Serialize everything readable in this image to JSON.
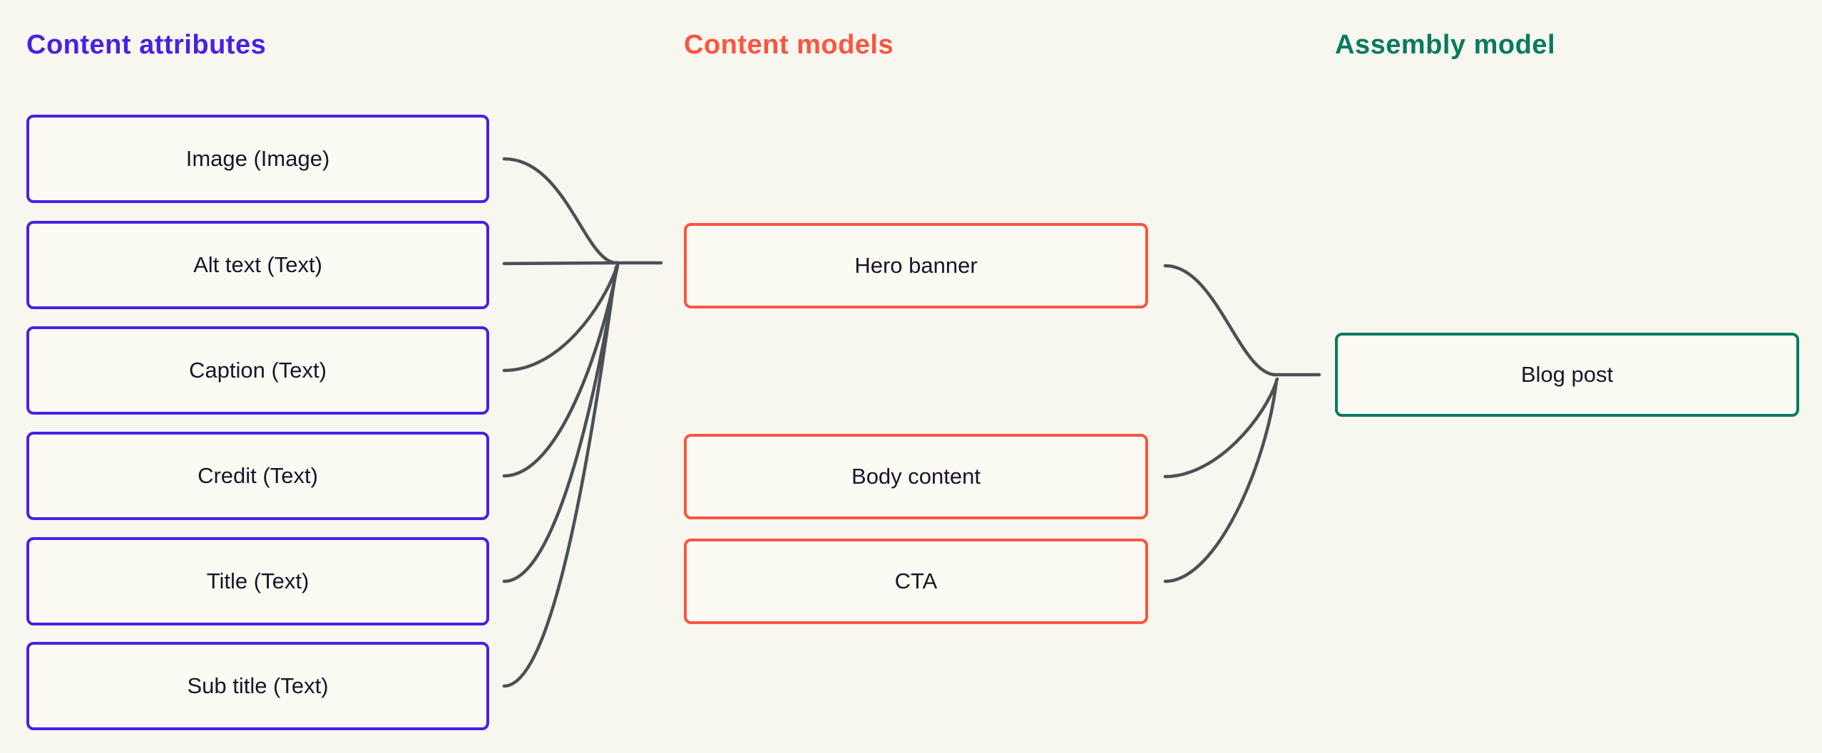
{
  "diagram": {
    "background": "#F7F7F0",
    "columns": [
      {
        "id": "content-attributes",
        "header": "Content attributes",
        "header_color": "#4B1FE4",
        "box_border_color": "#4B1FE4",
        "items": [
          "Image (Image)",
          "Alt text (Text)",
          "Caption (Text)",
          "Credit (Text)",
          "Title (Text)",
          "Sub title (Text)"
        ]
      },
      {
        "id": "content-models",
        "header": "Content models",
        "header_color": "#FB5540",
        "box_border_color": "#FB5540",
        "items": [
          "Hero banner",
          "Body content",
          "CTA"
        ]
      },
      {
        "id": "assembly-model",
        "header": "Assembly model",
        "header_color": "#097A5D",
        "box_border_color": "#097A5D",
        "items": [
          "Blog post"
        ]
      }
    ],
    "edges": [
      {
        "from": "Image (Image)",
        "to": "Hero banner"
      },
      {
        "from": "Alt text (Text)",
        "to": "Hero banner"
      },
      {
        "from": "Caption (Text)",
        "to": "Hero banner"
      },
      {
        "from": "Credit (Text)",
        "to": "Hero banner"
      },
      {
        "from": "Title (Text)",
        "to": "Hero banner"
      },
      {
        "from": "Sub title (Text)",
        "to": "Hero banner"
      },
      {
        "from": "Hero banner",
        "to": "Blog post"
      },
      {
        "from": "Body content",
        "to": "Blog post"
      },
      {
        "from": "CTA",
        "to": "Blog post"
      }
    ],
    "colors": {
      "connector": "#4B5055",
      "box_fill": "#FBFBF4",
      "label_text": "#1D1328"
    }
  }
}
